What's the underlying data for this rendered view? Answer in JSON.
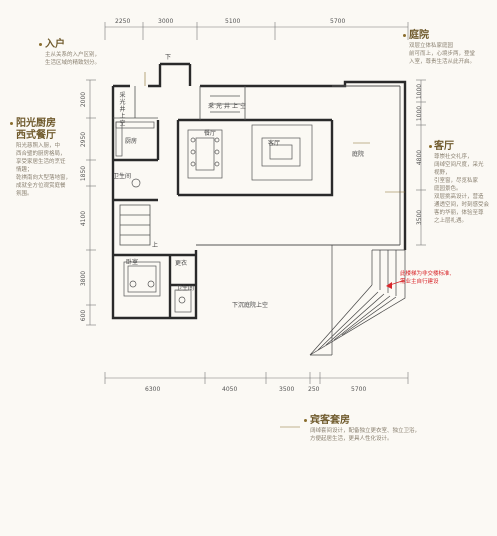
{
  "plan": {
    "top_title": "二层平面图",
    "dims_top": [
      "2250",
      "3000",
      "5100",
      "5700"
    ],
    "dims_bottom": [
      "6300",
      "4050",
      "3500",
      "250",
      "5700"
    ],
    "dims_left": [
      "2000",
      "2950",
      "1850",
      "4100",
      "3800",
      "600"
    ],
    "dims_right": [
      "1000",
      "1000",
      "4800",
      "3500"
    ],
    "rooms": {
      "upper_void_left": "采光井上空",
      "upper_void_right": "采光井上空",
      "kitchen": "厨房",
      "bath1": "卫生间",
      "dining": "餐厅",
      "living": "客厅",
      "courtyard": "庭院",
      "bedroom": "卧室",
      "closet": "更衣",
      "bath2": "卫生间",
      "sunken_void": "下沉庭院上空",
      "down_mark": "下",
      "up_mark": "上"
    },
    "note_red": [
      "此楼梯为非交楼标准,",
      "需业主自行建设"
    ]
  },
  "annotations": {
    "entrance": {
      "title": "入户",
      "body": [
        "主从关系的入户区别，",
        "生活区域的精致划分。"
      ]
    },
    "courtyard": {
      "title": "庭院",
      "body": [
        "双层立体私家庭园",
        "前可而上，心境步两，登堂",
        "入室，尊贵生活从此开启。"
      ]
    },
    "kitchen": {
      "title": "阳光厨房\n西式餐厅",
      "body": [
        "阳光慈照入厨，中",
        "西合璧的厨房格局，",
        "享受家居生活的烹饪",
        "情趣；",
        "",
        "乾祺南向大型落地窗，",
        "成就全方位观赏庭餐",
        "氛围。"
      ]
    },
    "living": {
      "title": "客厅",
      "body": [
        "尊崇社交礼序，",
        "阔绰空间尺度，采光",
        "视野，",
        "引室窗，尽览私家",
        "庭园景色。",
        "",
        "双层挑高设计，营造",
        "通透空间，时刻感受会",
        "客的华丽，体验至尊",
        "之上层礼遇。"
      ]
    },
    "guest": {
      "title": "宾客套房",
      "body": [
        "阔绰套间设计，配备独立更衣室、独立卫浴，",
        "方便起居生活，更具人性化设计。"
      ]
    }
  }
}
